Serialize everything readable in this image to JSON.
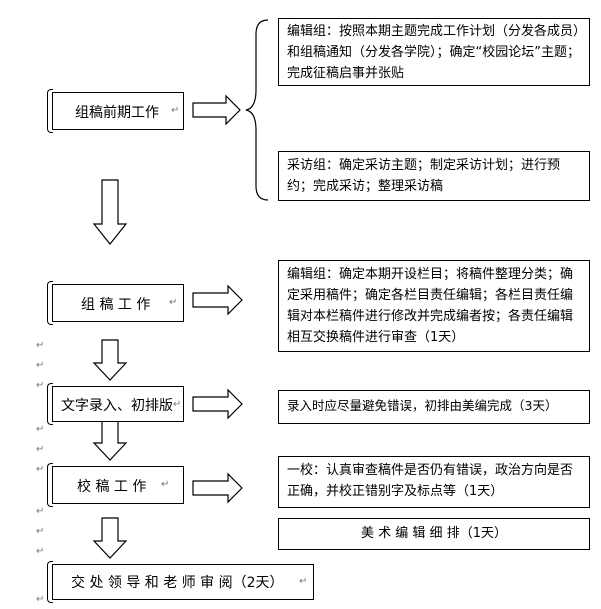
{
  "steps": [
    {
      "label": "组稿前期工作"
    },
    {
      "label": "组 稿 工 作"
    },
    {
      "label": "文字录入、初排版"
    },
    {
      "label": "校 稿 工 作"
    },
    {
      "label": "交 处 领 导 和 老 师 审 阅（2天）"
    }
  ],
  "notes": {
    "editing_planning": "编辑组：按照本期主题完成工作计划（分发各成员）和组稿通知（分发各学院）；确定“校园论坛”主题；完成征稿启事并张贴",
    "interview": "采访组：确定采访主题；制定采访计划；进行预约；完成采访；整理采访稿",
    "editing_work": "编辑组：确定本期开设栏目；将稿件整理分类；确定采用稿件；确定各栏目责任编辑；各栏目责任编辑对本栏稿件进行修改并完成编者按；各责任编辑相互交换稿件进行审查（1天）",
    "typing": "录入时应尽量避免错误，初排由美编完成（3天）",
    "proofreading": "一校：认真审查稿件是否仍有错误，政治方向是否正确，并校正错别字及标点等（1天）",
    "art": "美 术 编 辑 细 排（1天）"
  },
  "paragraph_mark": "↵"
}
